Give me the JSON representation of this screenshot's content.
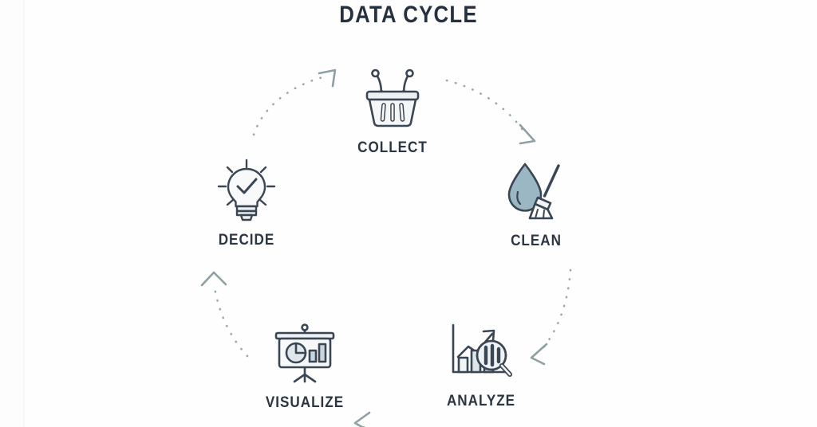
{
  "page": {
    "title": "DATA CYCLE",
    "background_color": "#fefefe",
    "title_color": "#26313f",
    "label_color": "#2b3642",
    "arrow_color": "#9aa9ab",
    "icon_outline_color": "#3a4653",
    "icon_fill_light": "#eef1f3",
    "icon_fill_blue": "#9bb7c4"
  },
  "diagram": {
    "type": "cycle",
    "direction": "clockwise",
    "stage_count": 5,
    "stages": [
      {
        "id": "collect",
        "label": "COLLECT",
        "icon": "shopping-basket-icon",
        "position": "top",
        "order": 1
      },
      {
        "id": "clean",
        "label": "CLEAN",
        "icon": "water-droplet-broom-icon",
        "position": "right",
        "order": 2
      },
      {
        "id": "analyze",
        "label": "ANALYZE",
        "icon": "bar-chart-magnifier-icon",
        "position": "bottom-right",
        "order": 3
      },
      {
        "id": "visualize",
        "label": "VISUALIZE",
        "icon": "presentation-chart-icon",
        "position": "bottom-left",
        "order": 4
      },
      {
        "id": "decide",
        "label": "DECIDE",
        "icon": "lightbulb-check-icon",
        "position": "left",
        "order": 5
      }
    ],
    "connectors": [
      {
        "id": "collect-to-clean",
        "from": "COLLECT",
        "to": "CLEAN",
        "style": "dotted-curved-arrow"
      },
      {
        "id": "clean-to-analyze",
        "from": "CLEAN",
        "to": "ANALYZE",
        "style": "dotted-curved-arrow"
      },
      {
        "id": "analyze-to-visualize",
        "from": "ANALYZE",
        "to": "VISUALIZE",
        "style": "dotted-curved-arrow"
      },
      {
        "id": "visualize-to-decide",
        "from": "VISUALIZE",
        "to": "DECIDE",
        "style": "dotted-curved-arrow"
      },
      {
        "id": "decide-to-collect",
        "from": "DECIDE",
        "to": "COLLECT",
        "style": "dotted-curved-arrow"
      }
    ]
  }
}
